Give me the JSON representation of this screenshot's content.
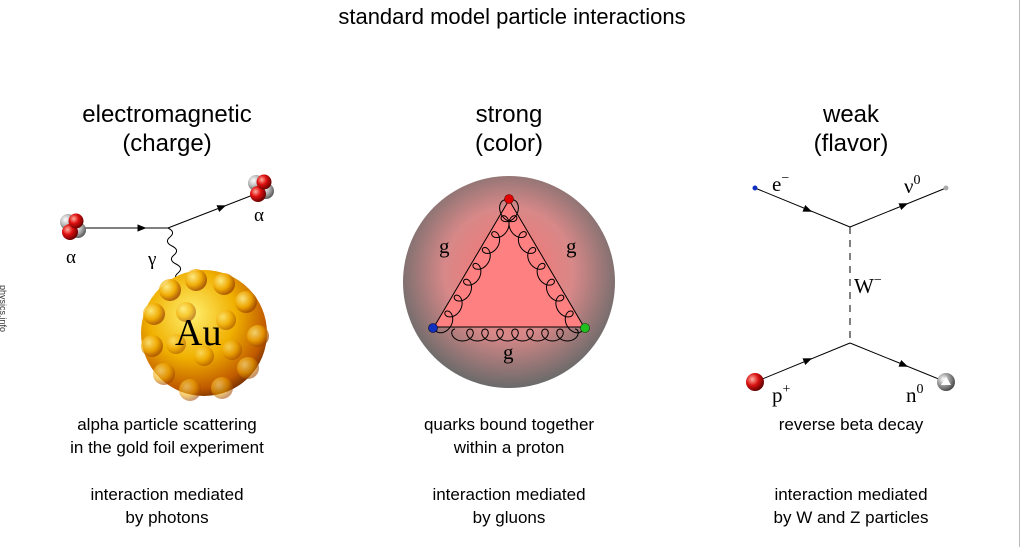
{
  "title": "standard model particle interactions",
  "credit": "physics.info",
  "columns": [
    {
      "heading_line1": "electromagnetic",
      "heading_line2": "(charge)",
      "caption_line1": "alpha particle scattering",
      "caption_line2": "in the gold foil experiment",
      "mediator_line1": "interaction mediated",
      "mediator_line2": "by photons",
      "labels": {
        "incoming": "α",
        "outgoing": "α",
        "photon": "γ",
        "nucleus": "Au"
      }
    },
    {
      "heading_line1": "strong",
      "heading_line2": "(color)",
      "caption_line1": "quarks bound together",
      "caption_line2": "within a proton",
      "mediator_line1": "interaction mediated",
      "mediator_line2": "by gluons",
      "labels": {
        "gluon_left": "g",
        "gluon_right": "g",
        "gluon_bottom": "g"
      }
    },
    {
      "heading_line1": "weak",
      "heading_line2": "(flavor)",
      "caption_line1": "reverse beta decay",
      "caption_line2": "",
      "mediator_line1": "interaction mediated",
      "mediator_line2": "by W and Z particles",
      "labels": {
        "electron": "e",
        "neutrino": "ν",
        "w_boson": "W",
        "proton": "p",
        "neutron": "n"
      }
    }
  ],
  "colors": {
    "alpha": "#d01010",
    "gold": "#e8a400",
    "proton_glow": "#ff8080",
    "quark_red": "#e00000",
    "quark_blue": "#1030c0",
    "quark_green": "#20c020",
    "neutron": "#9a9a9a"
  }
}
